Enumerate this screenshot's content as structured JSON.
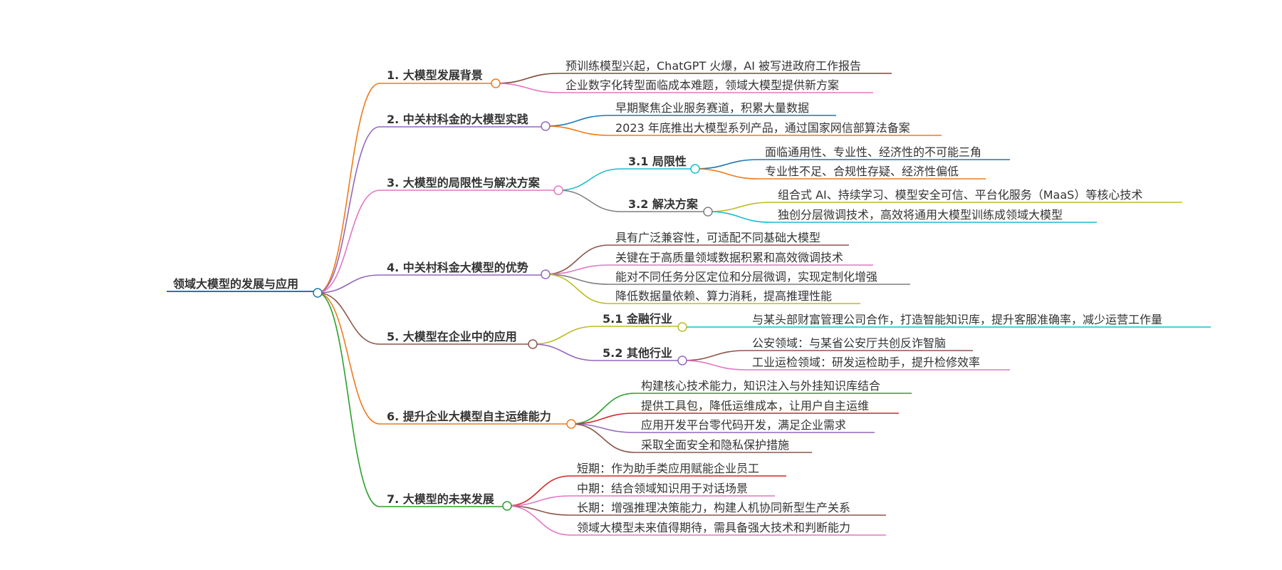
{
  "root": {
    "label": "领域大模型的发展与应用",
    "color": "#1f77b4"
  },
  "branches": [
    {
      "label": "1. 大模型发展背景",
      "color": "#f07a1a",
      "children": [
        {
          "label": "预训练模型兴起，ChatGPT 火爆，AI 被写进政府工作报告",
          "color": "#7a4a3a"
        },
        {
          "label": "企业数字化转型面临成本难题，领域大模型提供新方案",
          "color": "#e377c2"
        }
      ]
    },
    {
      "label": "2. 中关村科金的大模型实践",
      "color": "#9467bd",
      "children": [
        {
          "label": "早期聚焦企业服务赛道，积累大量数据",
          "color": "#1f77b4"
        },
        {
          "label": "2023 年底推出大模型系列产品，通过国家网信部算法备案",
          "color": "#f07a1a"
        }
      ]
    },
    {
      "label": "3. 大模型的局限性与解决方案",
      "color": "#e377c2",
      "children": [
        {
          "label": "3.1 局限性",
          "color": "#17becf",
          "children": [
            {
              "label": "面临通用性、专业性、经济性的不可能三角",
              "color": "#1f77b4"
            },
            {
              "label": "专业性不足、合规性存疑、经济性偏低",
              "color": "#f07a1a"
            }
          ]
        },
        {
          "label": "3.2 解决方案",
          "color": "#7f7f7f",
          "children": [
            {
              "label": "组合式 AI、持续学习、模型安全可信、平台化服务（MaaS）等核心技术",
              "color": "#bcbd22"
            },
            {
              "label": "独创分层微调技术，高效将通用大模型训练成领域大模型",
              "color": "#17becf"
            }
          ]
        }
      ]
    },
    {
      "label": "4. 中关村科金大模型的优势",
      "color": "#9467bd",
      "children": [
        {
          "label": "具有广泛兼容性，可适配不同基础大模型",
          "color": "#8c564b"
        },
        {
          "label": "关键在于高质量领域数据积累和高效微调技术",
          "color": "#e377c2"
        },
        {
          "label": "能对不同任务分区定位和分层微调，实现定制化增强",
          "color": "#7f7f7f"
        },
        {
          "label": "降低数据量依赖、算力消耗，提高推理性能",
          "color": "#bcbd22"
        }
      ]
    },
    {
      "label": "5. 大模型在企业中的应用",
      "color": "#8c564b",
      "children": [
        {
          "label": "5.1 金融行业",
          "color": "#bcbd22",
          "children": [
            {
              "label": "与某头部财富管理公司合作，打造智能知识库，提升客服准确率，减少运营工作量",
              "color": "#17becf"
            }
          ]
        },
        {
          "label": "5.2 其他行业",
          "color": "#9467bd",
          "children": [
            {
              "label": "公安领域：与某省公安厅共创反诈智脑",
              "color": "#8c564b"
            },
            {
              "label": "工业运检领域：研发运检助手，提升检修效率",
              "color": "#e377c2"
            }
          ]
        }
      ]
    },
    {
      "label": "6. 提升企业大模型自主运维能力",
      "color": "#f07a1a",
      "children": [
        {
          "label": "构建核心技术能力，知识注入与外挂知识库结合",
          "color": "#2ca02c"
        },
        {
          "label": "提供工具包，降低运维成本，让用户自主运维",
          "color": "#d62728"
        },
        {
          "label": "应用开发平台零代码开发，满足企业需求",
          "color": "#9467bd"
        },
        {
          "label": "采取全面安全和隐私保护措施",
          "color": "#8c564b"
        }
      ]
    },
    {
      "label": "7. 大模型的未来发展",
      "color": "#2ca02c",
      "children": [
        {
          "label": "短期：作为助手类应用赋能企业员工",
          "color": "#d62728"
        },
        {
          "label": "中期：结合领域知识用于对话场景",
          "color": "#e377c2"
        },
        {
          "label": "长期：增强推理决策能力，构建人机协同新型生产关系",
          "color": "#8c564b"
        },
        {
          "label": "领域大模型未来值得期待，需具备强大技术和判断能力",
          "color": "#e377c2"
        }
      ]
    }
  ]
}
